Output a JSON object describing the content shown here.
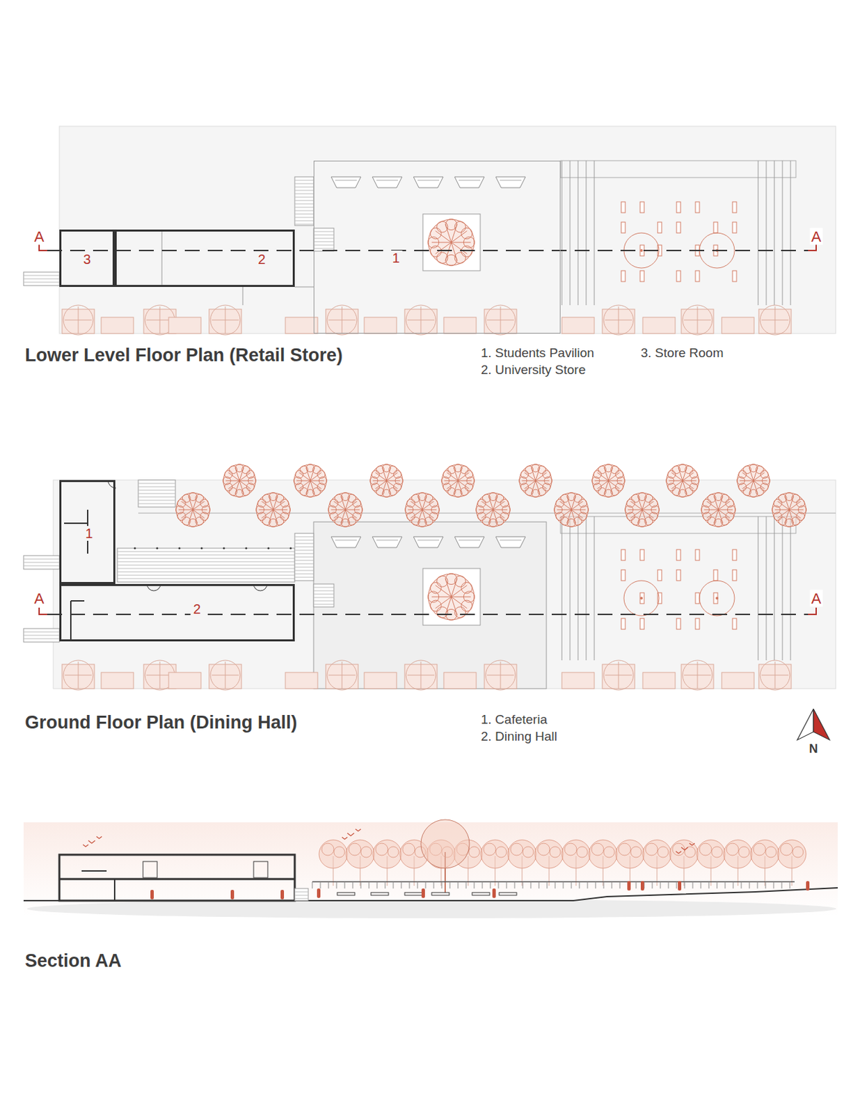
{
  "diagram": {
    "nodes": [
      {
        "text": [
          "3"
        ]
      },
      {
        "text": [
          "2"
        ]
      },
      {
        "text": [
          "1"
        ]
      },
      {
        "text": [
          "1"
        ]
      },
      {
        "text": [
          "2"
        ]
      }
    ],
    "labels": [
      "A",
      "A",
      "Lower Level Floor Plan (Retail Store)",
      "1. Students Pavilion",
      "2. University Store",
      "3. Store Room",
      "A",
      "A",
      "Ground Floor Plan (Dining Hall)",
      "1. Cafeteria",
      "2. Dining Hall",
      "N",
      "Section AA"
    ]
  }
}
